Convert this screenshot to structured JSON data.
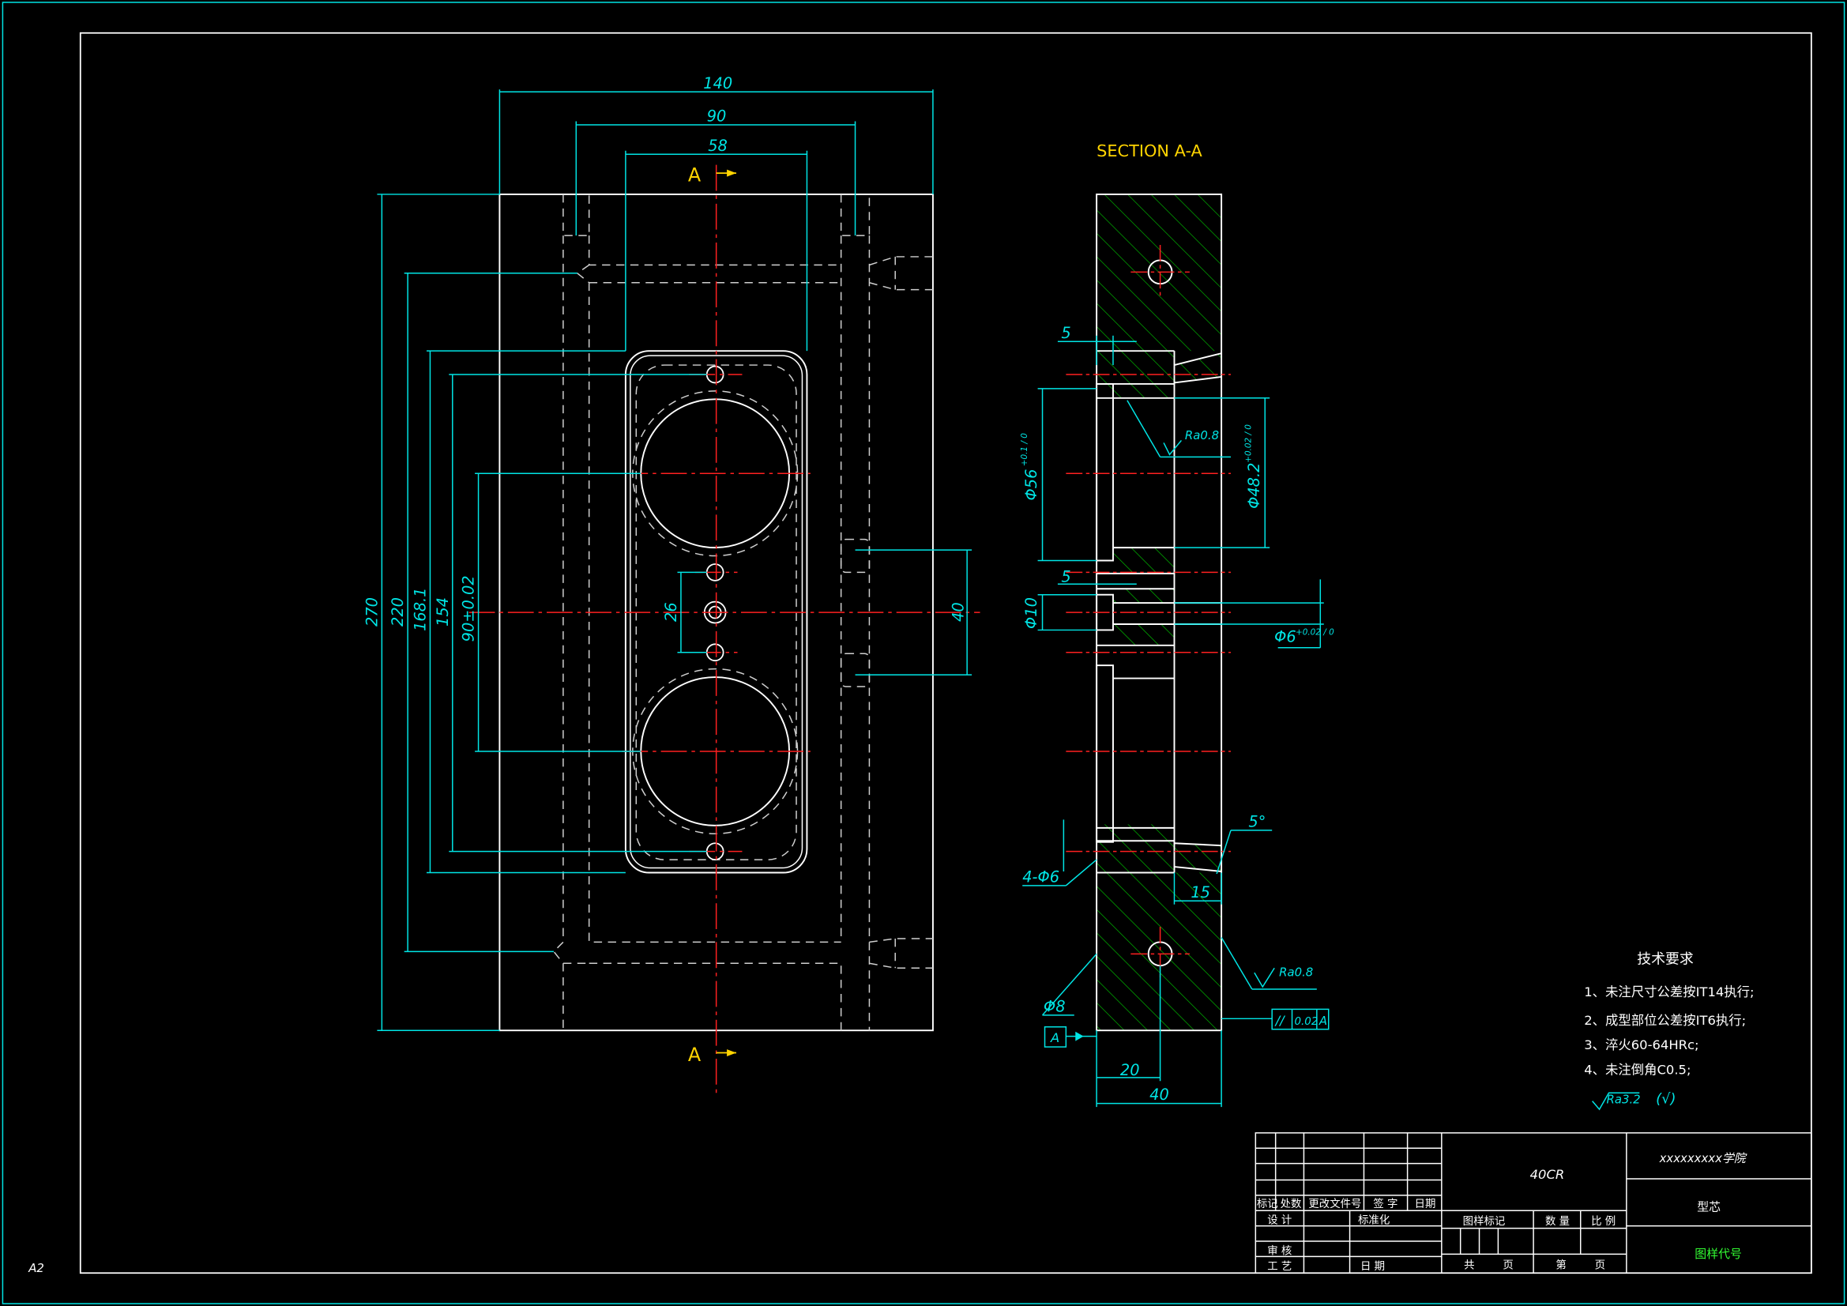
{
  "colors": {
    "background": "#000000",
    "outline": "#ffffff",
    "dimension": "#00e5e5",
    "centerline": "#ff2020",
    "hidden": "#cccccc",
    "hatch": "#00c000",
    "section_label": "#ffd400",
    "field_green": "#33ff33"
  },
  "sheet": {
    "size_label": "A2"
  },
  "front_view": {
    "section_mark_top": "A",
    "section_mark_bottom": "A",
    "dims": {
      "overall_width": "140",
      "inner_width": "90",
      "cavity_width": "58",
      "overall_height": "270",
      "hole_span": "220",
      "cavity_height": "168.1",
      "pin_span": "154",
      "bore_span": "90±0.02",
      "pin_gap": "26",
      "side_gap": "40"
    }
  },
  "section_view": {
    "title": "SECTION A-A",
    "dims": {
      "depth_top": "5",
      "depth_mid": "5",
      "bore_dia": "Φ56",
      "bore_tol": "+0.1 / 0",
      "inner_dia": "Φ48.2",
      "inner_tol": "+0.02 / 0",
      "roughness_bore": "Ra0.8",
      "slot_dia": "Φ10",
      "pin_dia": "Φ6",
      "pin_tol": "+0.02 / 0",
      "holes": "4-Φ6",
      "draft_angle": "5°",
      "chamfer_len": "15",
      "roughness_face": "Ra0.8",
      "parallelism_symbol": "//",
      "parallelism_value": "0.02",
      "parallelism_datum": "A",
      "datum_label": "A",
      "cooling_dia": "Φ8",
      "cooling_offset": "20",
      "thickness": "40"
    }
  },
  "tech_requirements": {
    "heading": "技术要求",
    "items": [
      "1、未注尺寸公差按IT14执行;",
      "2、成型部位公差按IT6执行;",
      "3、淬火60-64HRc;",
      "4、未注倒角C0.5;"
    ],
    "general_roughness": "Ra3.2",
    "general_roughness_suffix": "(√)"
  },
  "title_block": {
    "material": "40CR",
    "school": "xxxxxxxxx学院",
    "part_name": "型芯",
    "drawing_no": "图样代号",
    "rev_headers": [
      "标记",
      "处数",
      "更改文件号",
      "签 字",
      "日期"
    ],
    "design": "设 计",
    "standardize": "标准化",
    "review": "审 核",
    "process": "工 艺",
    "date": "日 期",
    "stage_mark": "图样标记",
    "quantity": "数 量",
    "scale": "比 例",
    "sheets_total": "共",
    "sheet_unit": "页",
    "sheet_no": "第",
    "sheet_unit2": "页"
  }
}
